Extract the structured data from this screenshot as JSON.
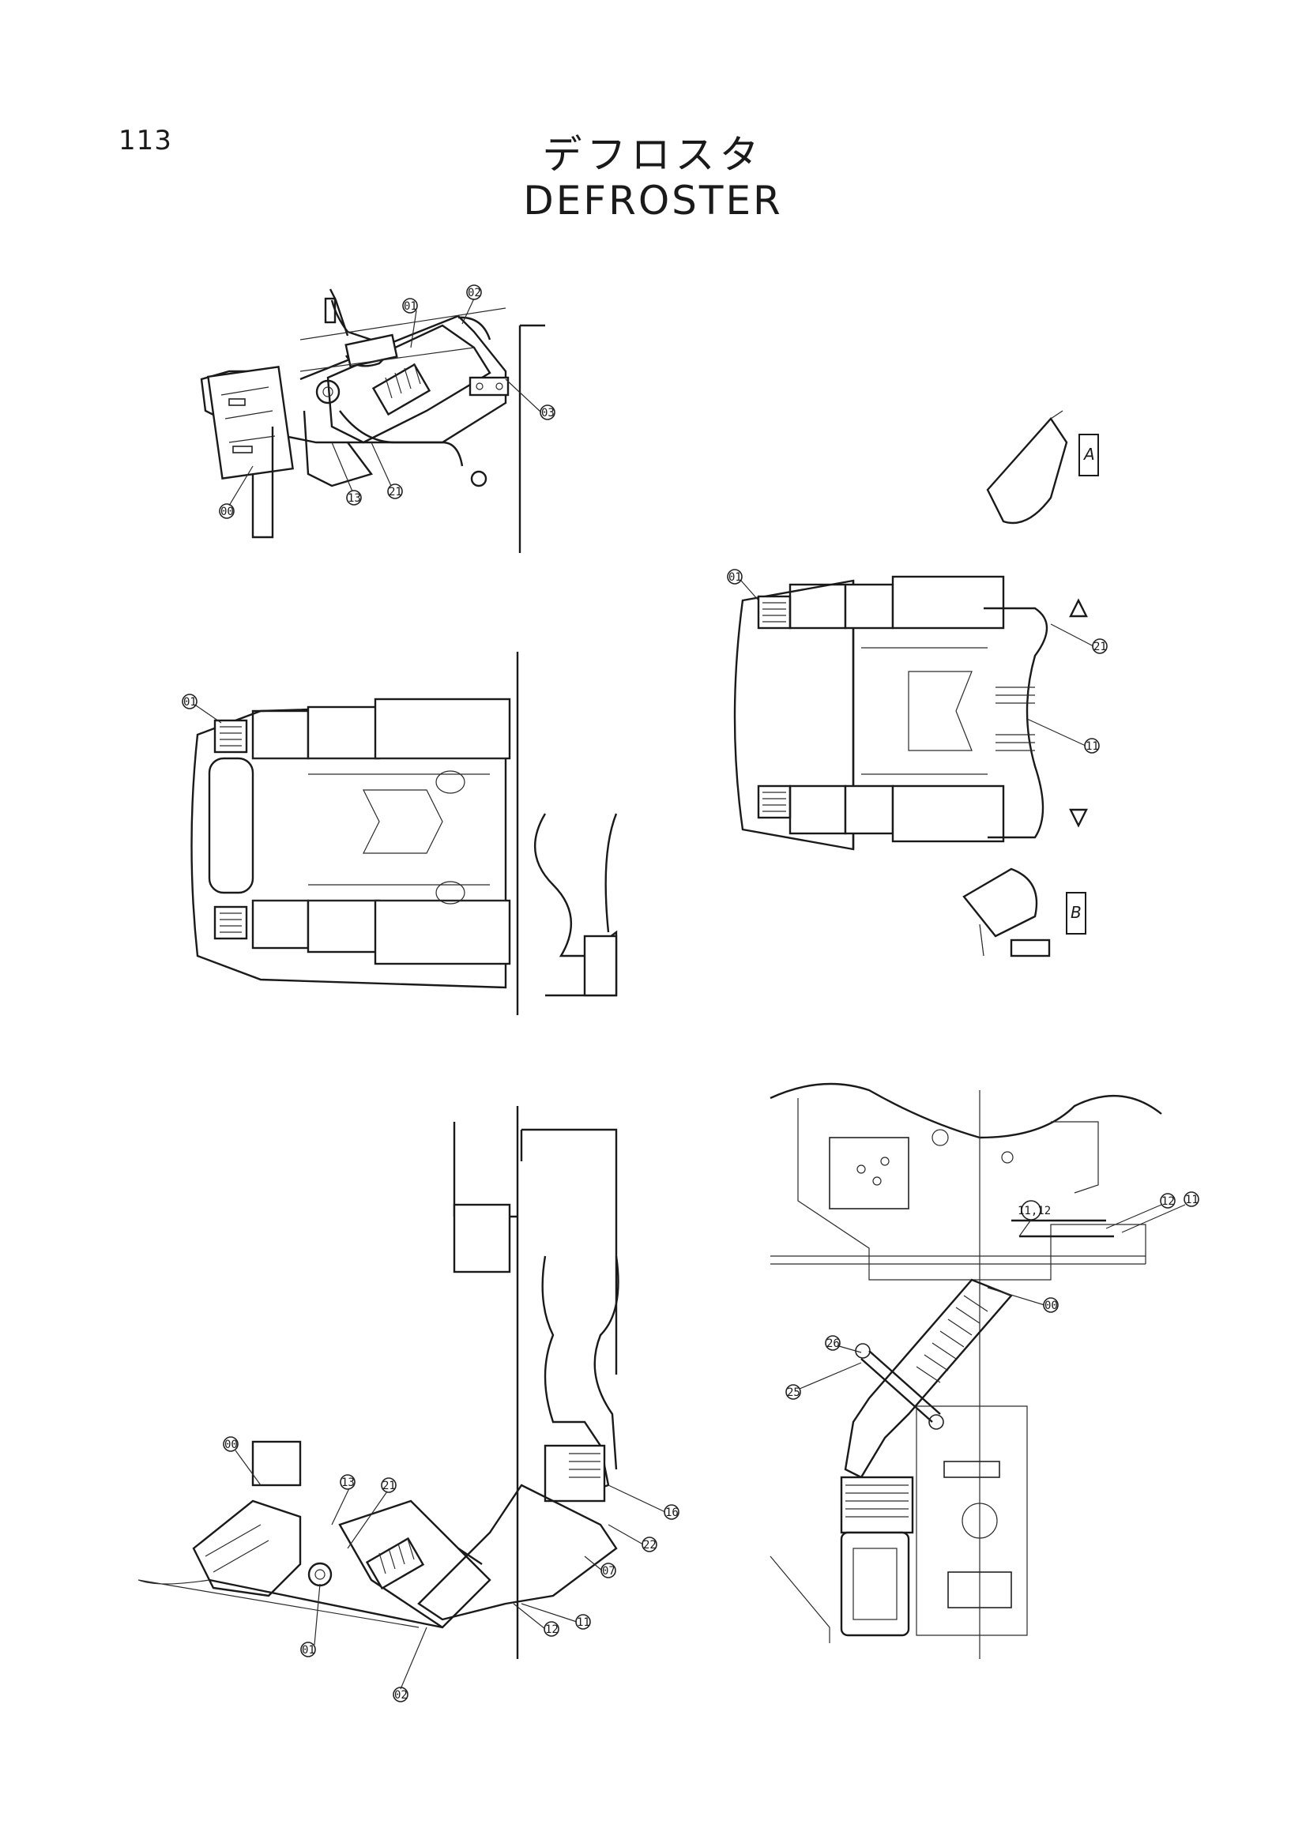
{
  "page": {
    "number": "113"
  },
  "title": {
    "japanese": "デフロスタ",
    "english": "DEFROSTER"
  },
  "views": {
    "top_left": {
      "callouts": [
        "01",
        "02",
        "03",
        "21",
        "13",
        "00"
      ]
    },
    "middle_left": {
      "callouts": [
        "01"
      ]
    },
    "middle_right": {
      "callouts": [
        "01",
        "21",
        "11"
      ],
      "section_labels": [
        "A",
        "B"
      ]
    },
    "bottom_left": {
      "callouts": [
        "00",
        "13",
        "21",
        "01",
        "02",
        "16",
        "22",
        "07",
        "12",
        "11"
      ]
    },
    "bottom_right": {
      "callouts": [
        "12",
        "11",
        "11,12",
        "00",
        "26",
        "25"
      ]
    }
  }
}
